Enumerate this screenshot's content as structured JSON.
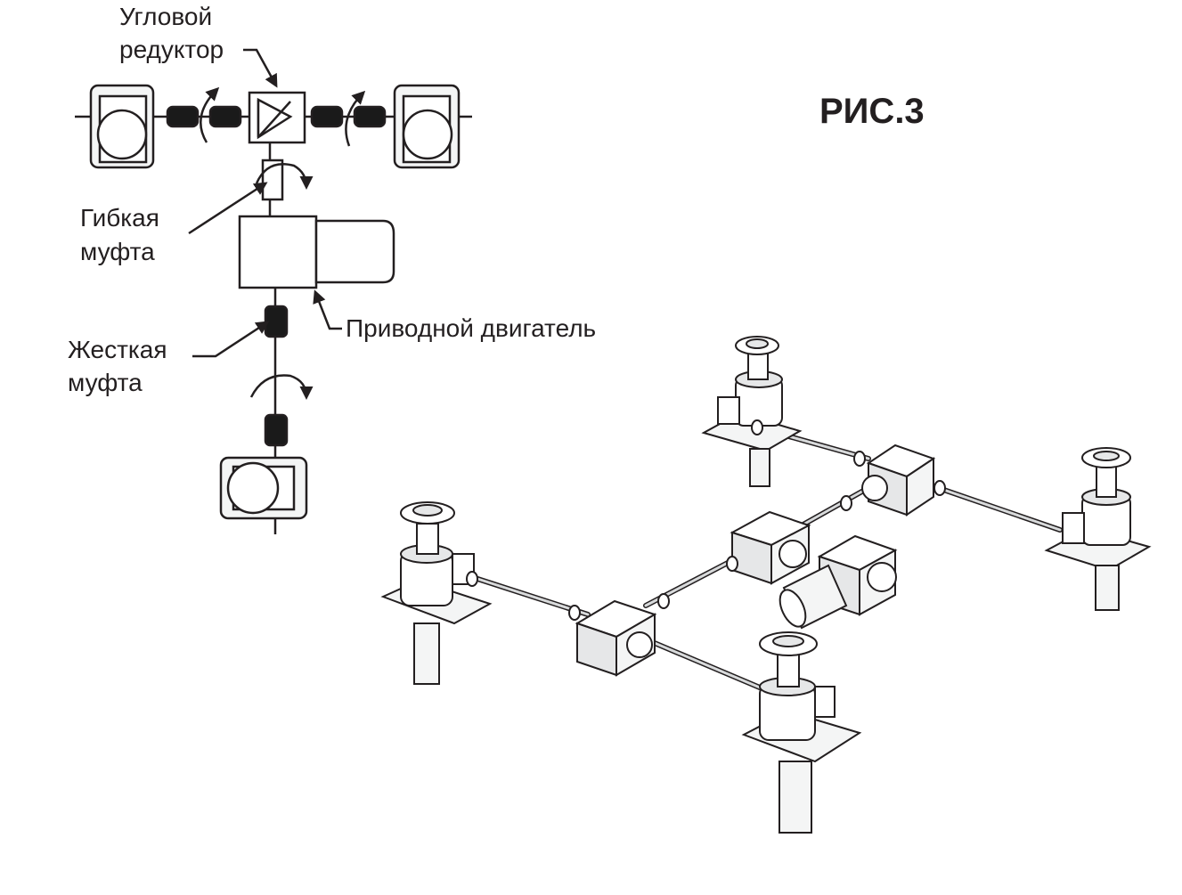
{
  "figure_label": "РИС.3",
  "labels": {
    "angle_gearbox": [
      "Угловой",
      "редуктор"
    ],
    "flexible_coupling": [
      "Гибкая",
      "муфта"
    ],
    "drive_motor": "Приводной двигатель",
    "rigid_coupling": [
      "Жесткая",
      "муфта"
    ]
  },
  "colors": {
    "line": "#231f20",
    "coupling_fill": "#1a1a1a",
    "body_fill": "#f4f5f5",
    "shade": "#c9cbcd"
  }
}
